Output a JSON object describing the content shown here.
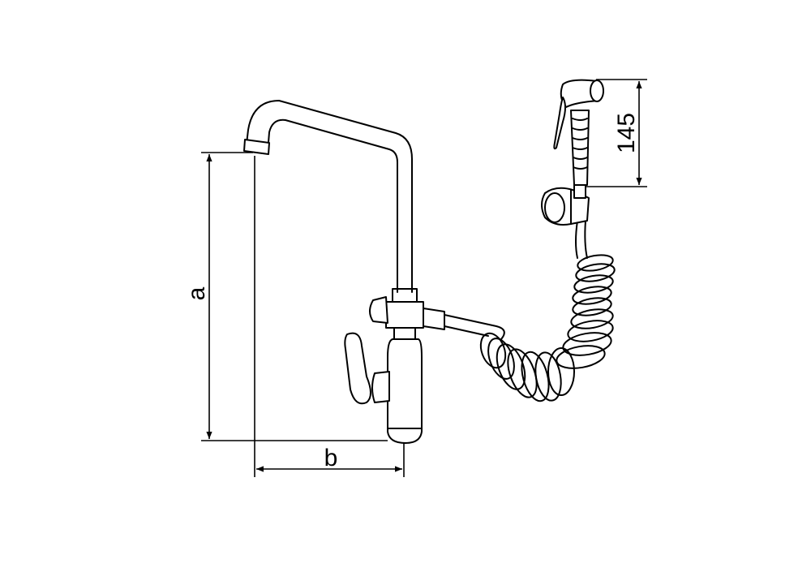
{
  "dimensions": {
    "height_label": "a",
    "width_label": "b",
    "handset_length": "145"
  },
  "colors": {
    "line": "#000000",
    "background": "#ffffff"
  }
}
